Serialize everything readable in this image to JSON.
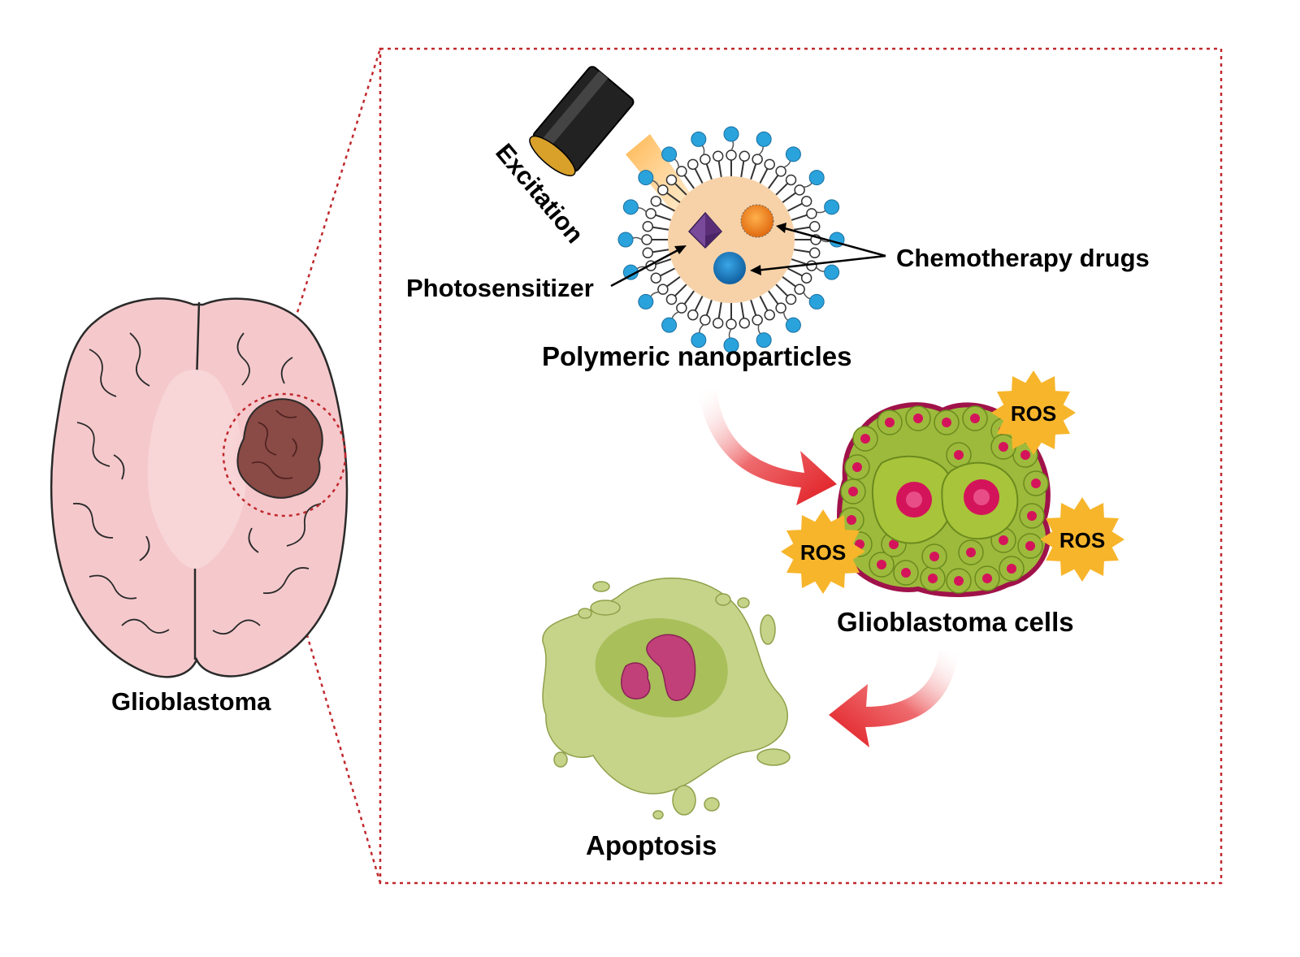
{
  "labels": {
    "glioblastoma": "Glioblastoma",
    "excitation": "Excitation",
    "photosensitizer": "Photosensitizer",
    "chemotherapy_drugs": "Chemotherapy drugs",
    "polymeric_nanoparticles": "Polymeric nanoparticles",
    "glioblastoma_cells": "Glioblastoma cells",
    "apoptosis": "Apoptosis",
    "ros": "ROS"
  },
  "colors": {
    "frame": "#c0282d",
    "brain": "#f5c9cc",
    "brain_outline": "#2a2a2a",
    "tumor": "#8a4a45",
    "nanoparticle_core": "#f7d2a8",
    "lipid_head": "#2aa3dc",
    "drug_orange": "#f28a1e",
    "drug_blue": "#1a7fc2",
    "photosensitizer": "#6b3c8c",
    "cell_green": "#9dba3c",
    "nucleus": "#d4145a",
    "cell_border": "#a0124a",
    "ros_star": "#f7b52b",
    "apoptosis_green": "#b9cc7a",
    "apoptosis_nucleus": "#c2407a",
    "arrow_red": "#e0191f"
  }
}
